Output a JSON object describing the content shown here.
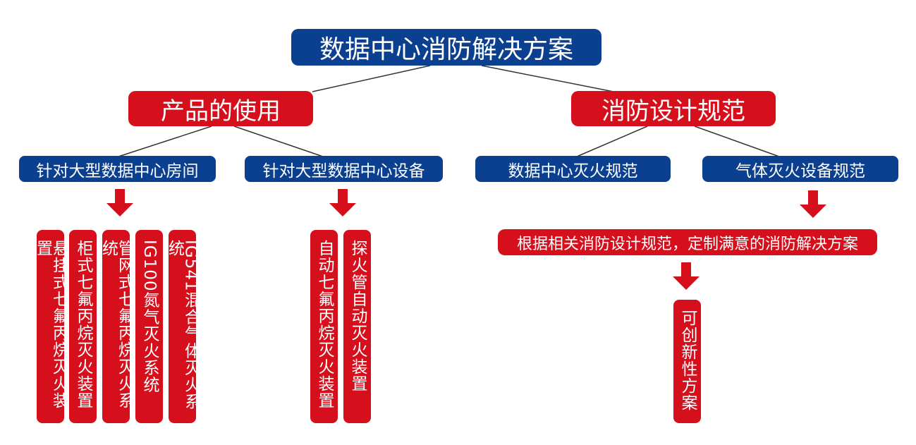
{
  "title": "数据中心消防解决方案",
  "branches": {
    "left": {
      "label": "产品的使用",
      "sub": [
        "针对大型数据中心房间",
        "针对大型数据中心设备"
      ]
    },
    "right": {
      "label": "消防设计规范",
      "sub": [
        "数据中心灭火规范",
        "气体灭火设备规范"
      ]
    }
  },
  "room_products": [
    "悬挂式七氟丙烷灭火装置",
    "柜式七氟丙烷灭火装置",
    "管网式七氟丙烷灭火系统",
    "IG100氮气灭火系统",
    "IG541混合气体灭火系统"
  ],
  "device_products": [
    "自动七氟丙烷灭火装置",
    "探火管自动灭火装置"
  ],
  "custom_solution": "根据相关消防设计规范，定制满意的消防解决方案",
  "innovative": "可创新性方案",
  "colors": {
    "blue": "#0b3f8f",
    "red": "#d50f1c",
    "line": "#333333"
  }
}
